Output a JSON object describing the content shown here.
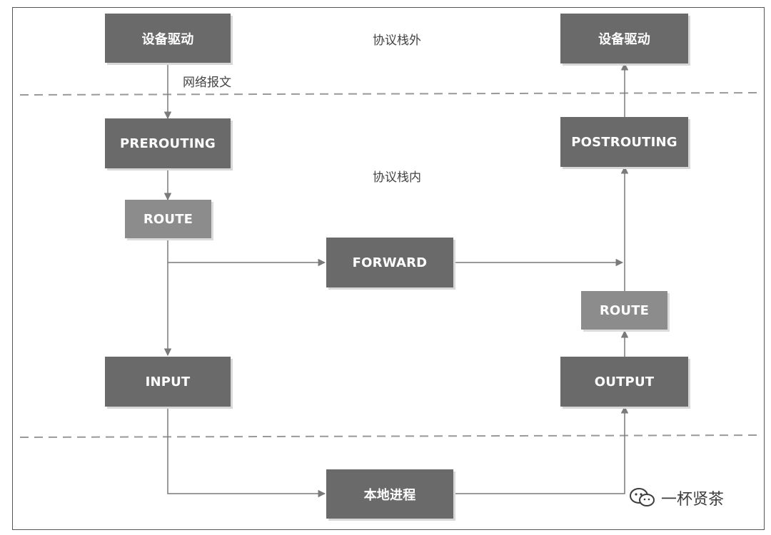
{
  "labels": {
    "outside_stack": "协议栈外",
    "inside_stack": "协议栈内",
    "network_packet": "网络报文"
  },
  "nodes": {
    "device_driver_in": "设备驱动",
    "device_driver_out": "设备驱动",
    "prerouting": "PREROUTING",
    "route_in": "ROUTE",
    "forward": "FORWARD",
    "input": "INPUT",
    "local_process": "本地进程",
    "output": "OUTPUT",
    "route_out": "ROUTE",
    "postrouting": "POSTROUTING"
  },
  "watermark": {
    "text": "一杯贤茶",
    "icon": "wechat-icon"
  },
  "colors": {
    "box_dark": "#6a6a6a",
    "box_light": "#8c8c8c",
    "line": "#7a7a7a",
    "dashed": "#999999"
  }
}
